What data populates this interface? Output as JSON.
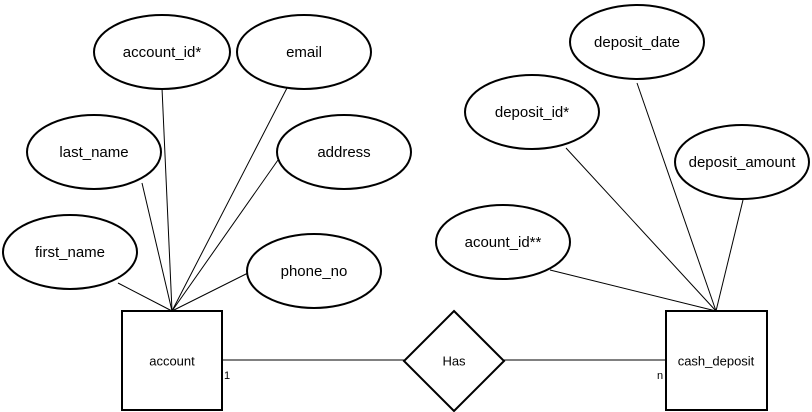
{
  "entities": {
    "account": "account",
    "cash_deposit": "cash_deposit"
  },
  "relationship": {
    "label": "Has",
    "cardinality_left": "1",
    "cardinality_right": "n"
  },
  "account_attributes": {
    "account_id": "account_id*",
    "email": "email",
    "last_name": "last_name",
    "address": "address",
    "first_name": "first_name",
    "phone_no": "phone_no"
  },
  "cash_deposit_attributes": {
    "deposit_date": "deposit_date",
    "deposit_id": "deposit_id*",
    "deposit_amount": "deposit_amount",
    "acount_id": "acount_id**"
  }
}
